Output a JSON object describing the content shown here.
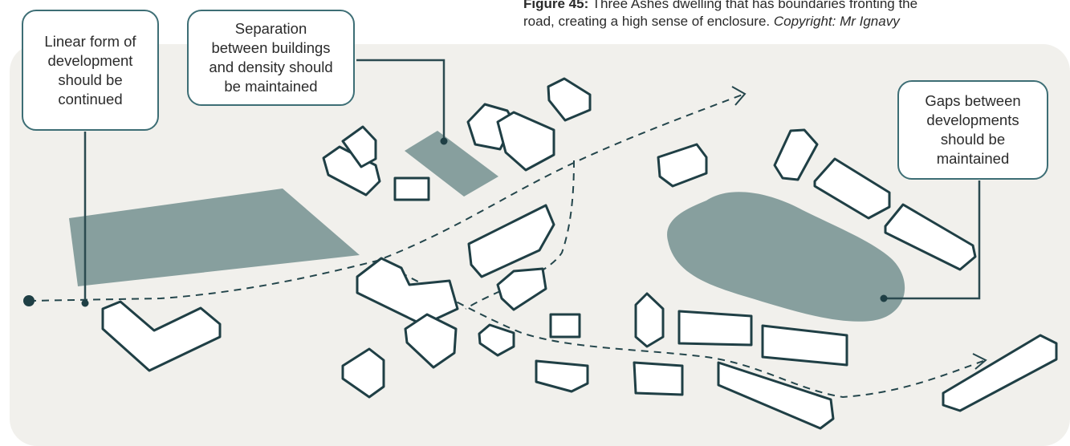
{
  "caption": {
    "figure_label": "Figure 45:",
    "line1_text": " Three Ashes dwelling that has boundaries fronting the",
    "line2_text": "road, creating a high sense of enclosure. ",
    "copyright": "Copyright: Mr Ignavy"
  },
  "callouts": {
    "linear": "Linear form of\ndevelopment\nshould be\ncontinued",
    "separation": "Separation\nbetween buildings\nand density should\nbe maintained",
    "gaps": "Gaps between\ndevelopments\nshould be\nmaintained"
  },
  "colors": {
    "panel_bg": "#f1f0ec",
    "shade": "#879f9e",
    "outline": "#1f3f45",
    "callout_border": "#3d6e75",
    "dashed_path": "#24464c"
  }
}
